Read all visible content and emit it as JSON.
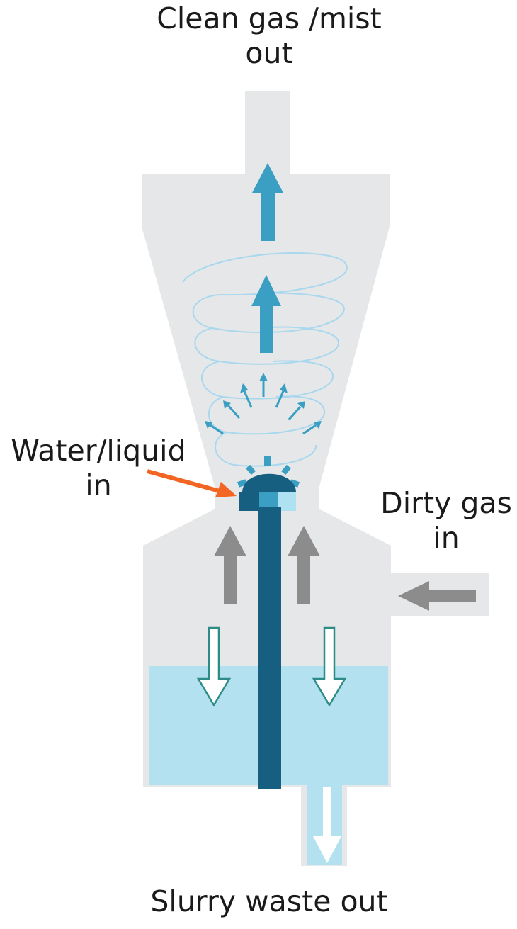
{
  "labels": {
    "clean_gas_out": [
      "Clean gas /mist",
      "out"
    ],
    "water_in": [
      "Water/liquid",
      "in"
    ],
    "dirty_gas_in": [
      "Dirty gas",
      "in"
    ],
    "slurry_out": "Slurry waste out"
  },
  "colors": {
    "vessel": "#e6e7e8",
    "liquid_bath": "#b3e1ef",
    "flow_arrow_blue": "#3a9fc2",
    "spiral": "#a9d8ee",
    "pipe": "#175f80",
    "pipe_mid": "#3a9fc2",
    "pipe_light": "#aee2f3",
    "gas_arrow": "#8c8c8c",
    "liquid_in_arrow": "#f26522",
    "settle_arrow_stroke": "#2e8c86"
  }
}
